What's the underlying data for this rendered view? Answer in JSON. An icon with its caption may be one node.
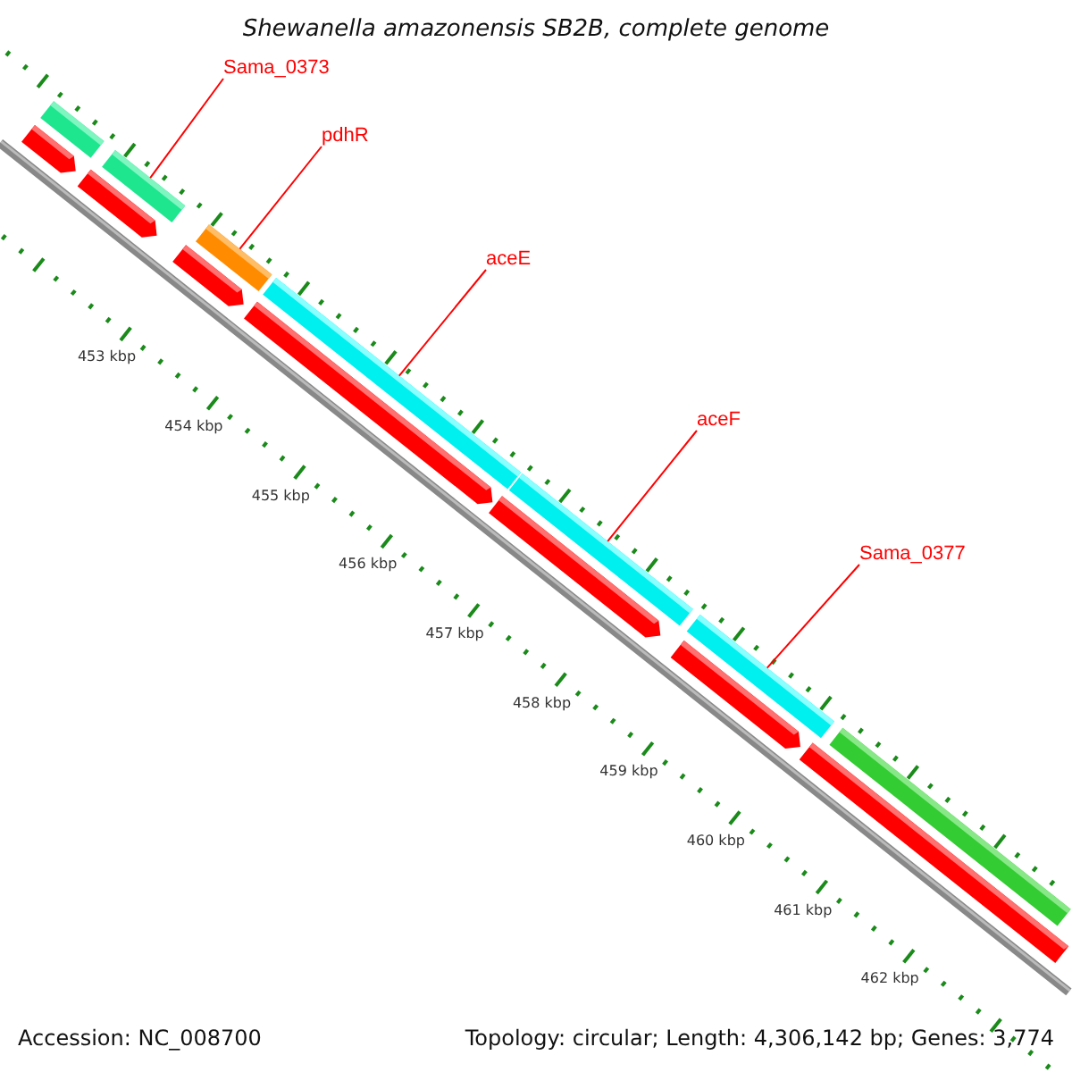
{
  "diagram": {
    "title": "Shewanella amazonensis SB2B, complete genome",
    "nodes": [
      {
        "text": [
          "Sama_0373"
        ]
      },
      {
        "text": [
          "pdhR"
        ]
      },
      {
        "text": [
          "aceE"
        ]
      },
      {
        "text": [
          "aceF"
        ]
      },
      {
        "text": [
          "Sama_0377"
        ]
      },
      {
        "text": [],
        "shape": "bar"
      },
      {
        "text": [],
        "shape": "bar"
      },
      {
        "text": [],
        "shape": "bar"
      },
      {
        "text": [],
        "shape": "bar"
      },
      {
        "text": [],
        "shape": "bar"
      },
      {
        "text": [],
        "shape": "bar"
      },
      {
        "text": [],
        "shape": "bar"
      },
      {
        "text": [],
        "shape": "pentagon"
      },
      {
        "text": [],
        "shape": "pentagon"
      },
      {
        "text": [],
        "shape": "pentagon"
      },
      {
        "text": [],
        "shape": "pentagon"
      },
      {
        "text": [],
        "shape": "pentagon"
      },
      {
        "text": [],
        "shape": "pentagon"
      },
      {
        "text": [],
        "shape": "pentagon"
      }
    ],
    "edges": [
      {
        "from": 0,
        "to": 6,
        "arrow": "none"
      },
      {
        "from": 1,
        "to": 7,
        "arrow": "none"
      },
      {
        "from": 2,
        "to": 8,
        "arrow": "none"
      },
      {
        "from": 3,
        "to": 9,
        "arrow": "none"
      },
      {
        "from": 4,
        "to": 10,
        "arrow": "none"
      }
    ],
    "labels": [
      "453 kbp",
      "454 kbp",
      "455 kbp",
      "456 kbp",
      "457 kbp",
      "458 kbp",
      "459 kbp",
      "460 kbp",
      "461 kbp",
      "462 kbp",
      "Accession: NC_008700",
      "Topology: circular; Length: 4,306,142 bp; Genes: 3,774"
    ]
  }
}
